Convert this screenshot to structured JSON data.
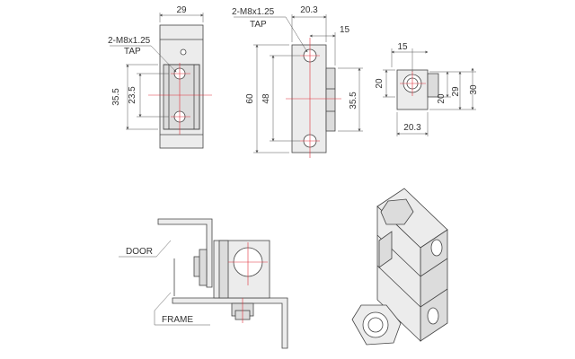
{
  "front_view": {
    "dim_width": "29",
    "tap_line1": "2-M8x1.25",
    "tap_line2": "TAP",
    "dim_outer_height": "35.5",
    "dim_inner_height": "23.5"
  },
  "side_view": {
    "tap_line1": "2-M8x1.25",
    "tap_line2": "TAP",
    "dim_top_width": "20.3",
    "dim_top_step": "15",
    "dim_total_height": "60",
    "dim_hole_pitch": "48",
    "dim_right_height": "35.5"
  },
  "top_view": {
    "dim_top": "15",
    "dim_left": "20",
    "dim_right_a": "20",
    "dim_right_b": "29",
    "dim_right_c": "30",
    "dim_bottom": "20.3"
  },
  "install_view": {
    "door_label": "DOOR",
    "frame_label": "FRAME"
  }
}
